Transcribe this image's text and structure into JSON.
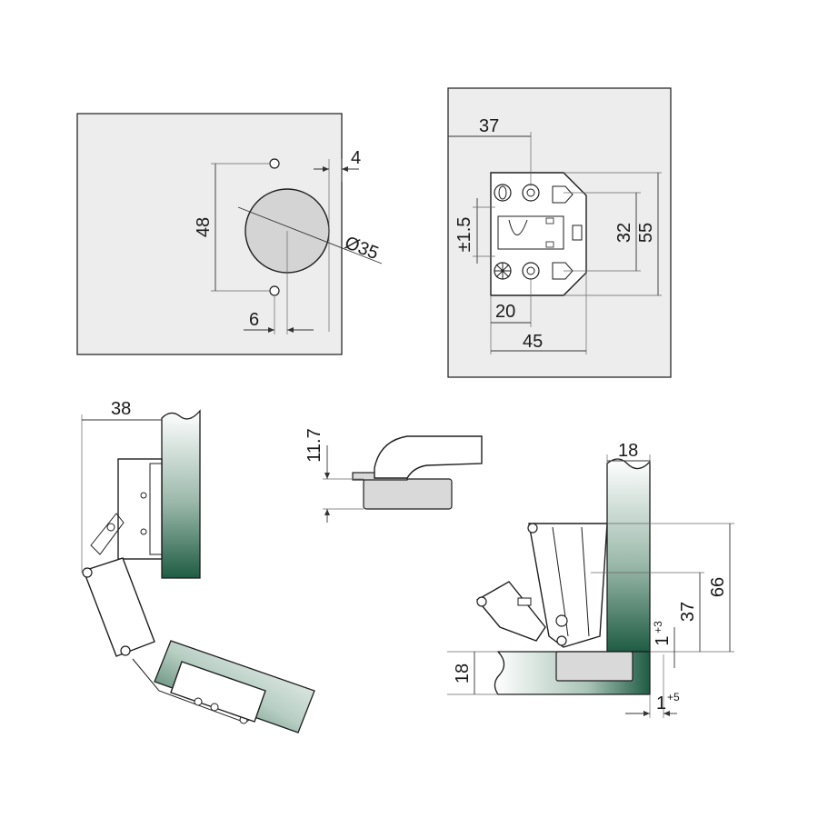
{
  "diagram": {
    "top_left": {
      "hole_diameter": "Ø35",
      "spacing_vertical": "48",
      "offset_edge": "4",
      "offset_bottom": "6"
    },
    "top_right": {
      "width_top": "37",
      "tolerance": "±1.5",
      "height_inner": "32",
      "height_outer": "55",
      "width_inner": "20",
      "width_outer": "45"
    },
    "bottom_left": {
      "width": "38"
    },
    "middle": {
      "height": "11.7"
    },
    "bottom_right": {
      "thickness_top": "18",
      "height_total": "66",
      "height_mid": "37",
      "overlay_small": "1",
      "overlay_small_sup": "+3",
      "thickness_left": "18",
      "gap_bottom": "1",
      "gap_bottom_sup": "+5"
    }
  },
  "colors": {
    "panel_gradient_top": "#ffffff",
    "panel_gradient_bottom": "#1f5c44",
    "frame_fill": "#ededed"
  }
}
